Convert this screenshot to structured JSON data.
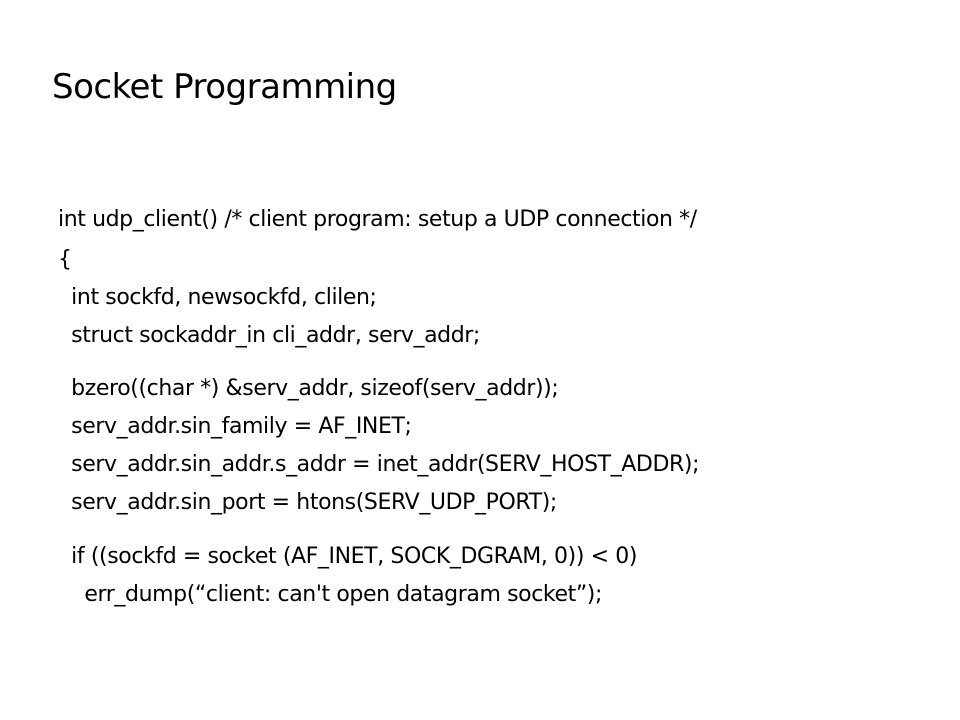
{
  "slide": {
    "title": "Socket Programming",
    "code_lines": [
      "int udp_client() /* client program: setup a UDP connection */",
      "{",
      "  int sockfd, newsockfd, clilen;",
      "  struct sockaddr_in cli_addr, serv_addr;",
      "  bzero((char *) &serv_addr, sizeof(serv_addr));",
      "  serv_addr.sin_family = AF_INET;",
      "  serv_addr.sin_addr.s_addr = inet_addr(SERV_HOST_ADDR);",
      "  serv_addr.sin_port = htons(SERV_UDP_PORT);",
      "  if ((sockfd = socket (AF_INET, SOCK_DGRAM, 0)) < 0)",
      "    err_dump(“client: can't open datagram socket”);"
    ]
  }
}
